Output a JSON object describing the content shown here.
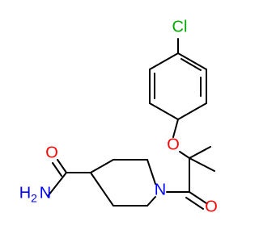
{
  "molecule": {
    "atoms": {
      "chlorine": "Cl",
      "ether_oxygen": "O",
      "amide_nitrogen": "N",
      "carbonyl_oxygen_left": "O",
      "carbonyl_oxygen_right": "O",
      "amide_hydrogen": "H",
      "amide_hydrogen_subscript": "2"
    },
    "colors": {
      "bond": "#000000",
      "oxygen": "#ff0000",
      "nitrogen": "#0000ff",
      "chlorine": "#00aa00",
      "background": "#ffffff"
    }
  }
}
